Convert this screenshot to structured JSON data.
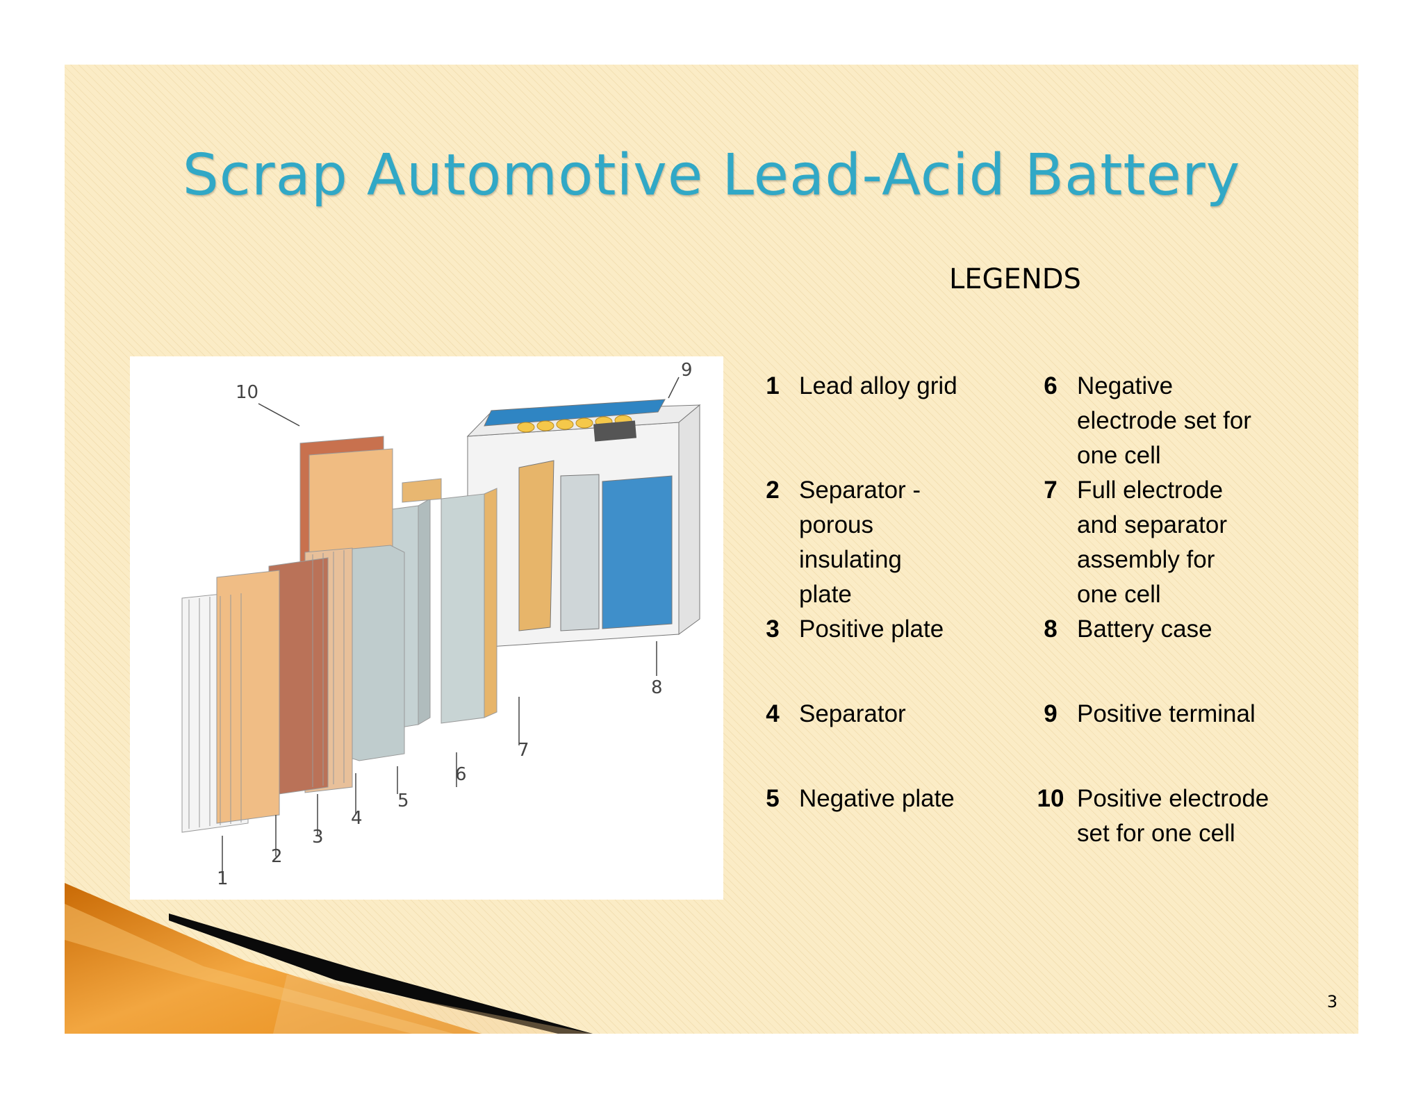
{
  "slide": {
    "title": "Scrap Automotive Lead-Acid Battery",
    "legends_heading": "LEGENDS",
    "page_number": "3"
  },
  "legend": [
    {
      "num": "1",
      "label": "Lead alloy grid"
    },
    {
      "num": "2",
      "label": "Separator - porous insulating plate"
    },
    {
      "num": "3",
      "label": "Positive plate"
    },
    {
      "num": "4",
      "label": "Separator"
    },
    {
      "num": "5",
      "label": "Negative plate"
    },
    {
      "num": "6",
      "label": "Negative electrode set for one cell"
    },
    {
      "num": "7",
      "label": "Full electrode and separator assembly for one cell"
    },
    {
      "num": "8",
      "label": "Battery case"
    },
    {
      "num": "9",
      "label": "Positive terminal"
    },
    {
      "num": "10",
      "label": "Positive electrode set for one cell"
    }
  ],
  "figure_callouts": [
    "1",
    "2",
    "3",
    "4",
    "5",
    "6",
    "7",
    "8",
    "9",
    "10"
  ],
  "colors": {
    "title": "#31a8c6",
    "background": "#fbecc6",
    "swoosh": "#e08a10"
  }
}
